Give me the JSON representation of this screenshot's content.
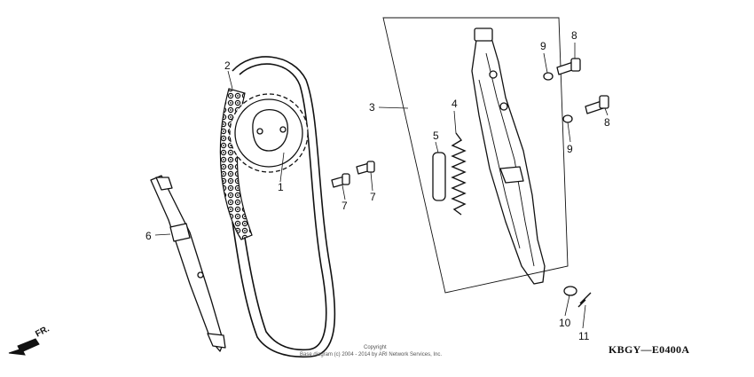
{
  "callouts": {
    "c1": "1",
    "c2": "2",
    "c3": "3",
    "c4": "4",
    "c5": "5",
    "c6": "6",
    "c7a": "7",
    "c7b": "7",
    "c8a": "8",
    "c8b": "8",
    "c9a": "9",
    "c9b": "9",
    "c10": "10",
    "c11": "11"
  },
  "diagram_code": "KBGY—E0400A",
  "front_label": "FR.",
  "copyright": {
    "line1": "Copyright",
    "line2": "Base diagram (c) 2004 - 2014 by ARI Network Services, Inc."
  },
  "icons": {
    "front_arrow": "front-direction-arrow-icon"
  }
}
